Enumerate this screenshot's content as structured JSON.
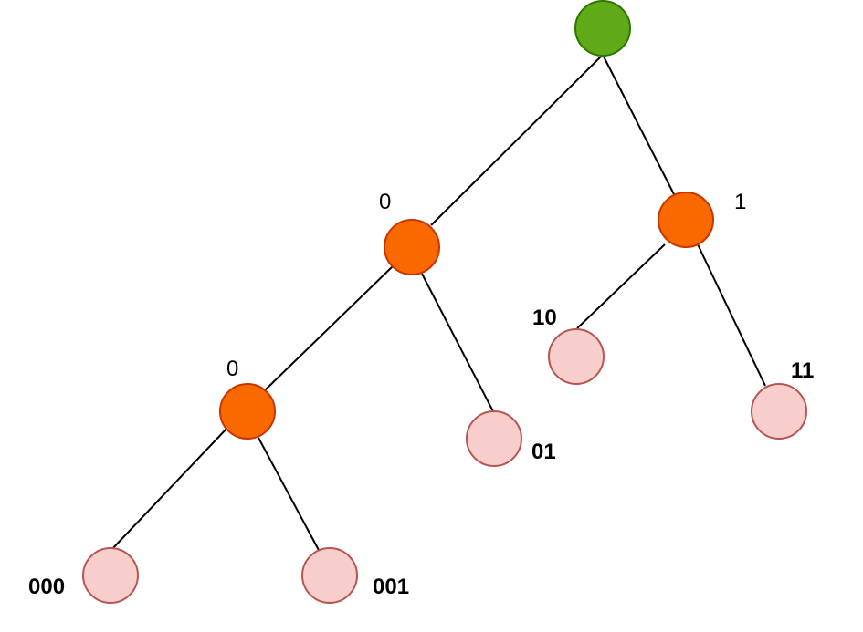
{
  "colors": {
    "root_fill": "#60a917",
    "internal_fill": "#fa6800",
    "leaf_fill": "#f8cecc",
    "edge": "#000000"
  },
  "tree": {
    "root": {
      "type": "root"
    },
    "internal_nodes": [
      {
        "id": "n0",
        "bit_label": "0"
      },
      {
        "id": "n1",
        "bit_label": "1"
      },
      {
        "id": "n00",
        "bit_label": "0"
      }
    ],
    "leaves": [
      {
        "id": "leaf-000",
        "code": "000"
      },
      {
        "id": "leaf-001",
        "code": "001"
      },
      {
        "id": "leaf-01",
        "code": "01"
      },
      {
        "id": "leaf-10",
        "code": "10"
      },
      {
        "id": "leaf-11",
        "code": "11"
      }
    ]
  }
}
